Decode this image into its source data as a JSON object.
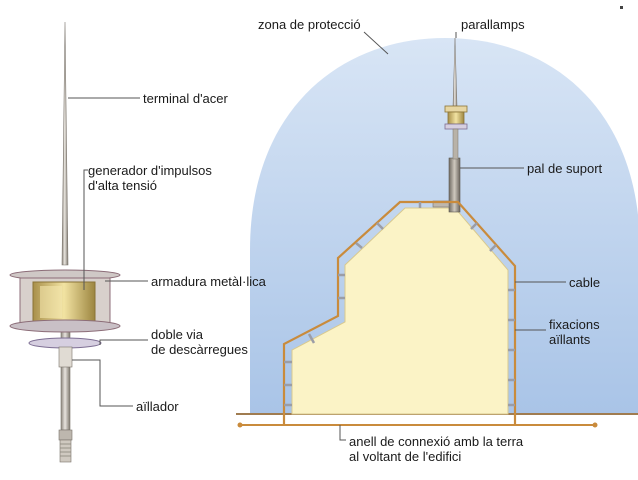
{
  "labels": {
    "terminal": "terminal d'acer",
    "generator_line1": "generador d'impulsos",
    "generator_line2": "d'alta tensió",
    "armature": "armadura metàl·lica",
    "double_line1": "doble via",
    "double_line2": "de descàrregues",
    "insulator": "aïllador",
    "zone": "zona de protecció",
    "rod": "parallamps",
    "mast": "pal de suport",
    "cable": "cable",
    "fixings_line1": "fixacions",
    "fixings_line2": "aïllants",
    "ring_line1": "anell de connexió amb la terra",
    "ring_line2": "al voltant de l'edifici"
  },
  "colors": {
    "zone_top": "#d5e2f3",
    "zone_bottom": "#a9c3e6",
    "building": "#fbf3c6",
    "cable": "#c98b3c",
    "metal_light": "#d9d4cc",
    "metal_dark": "#8a847c",
    "ground": "#b0895a",
    "leader": "#555555"
  }
}
